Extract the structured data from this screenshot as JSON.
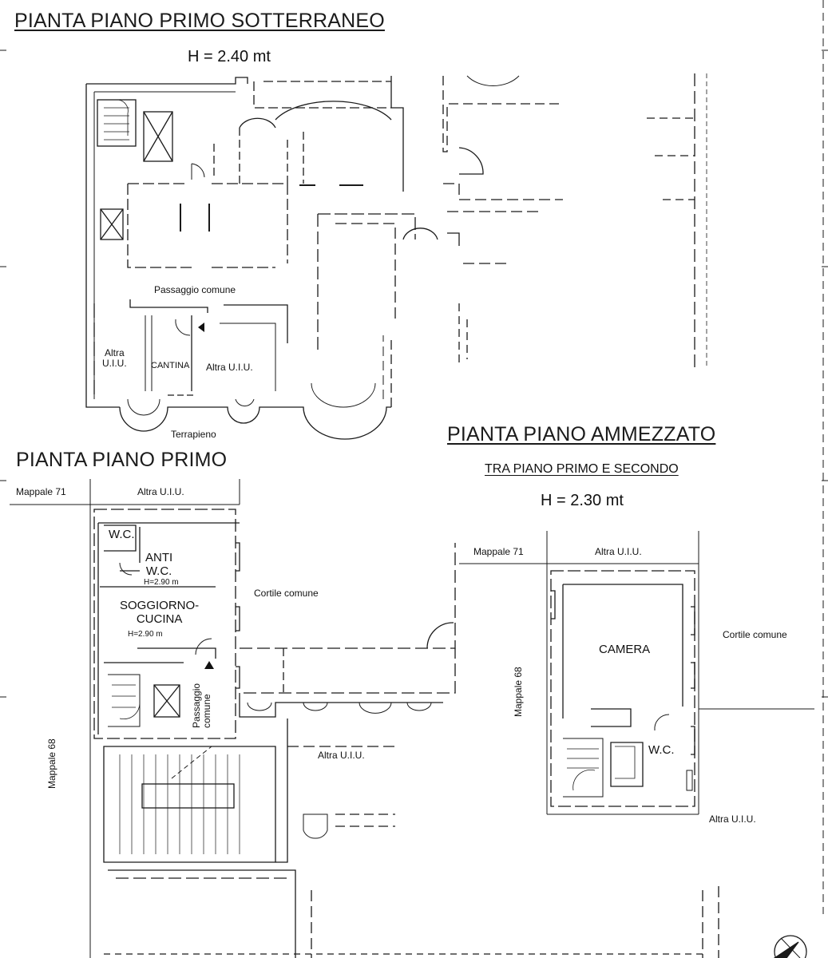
{
  "basement": {
    "title": "PIANTA PIANO PRIMO SOTTERRANEO",
    "height": "H = 2.40 mt",
    "labels": {
      "passage": "Passaggio comune",
      "other_unit_left_1": "Altra",
      "other_unit_left_2": "U.I.U.",
      "cellar": "CANTINA",
      "other_unit": "Altra U.I.U.",
      "embankment": "Terrapieno"
    }
  },
  "first_floor": {
    "title": "PIANTA PIANO PRIMO",
    "labels": {
      "parcel_71": "Mappale 71",
      "other_unit_top": "Altra U.I.U.",
      "wc": "W.C.",
      "anti_1": "ANTI",
      "anti_2": "W.C.",
      "anti_height": "H=2.90 m",
      "living_1": "SOGGIORNO-",
      "living_2": "CUCINA",
      "living_height": "H=2.90 m",
      "courtyard": "Cortile comune",
      "passage_1": "Passaggio",
      "passage_2": "comune",
      "parcel_68": "Mappale 68",
      "other_unit_right": "Altra U.I.U."
    }
  },
  "mezzanine": {
    "title": "PIANTA PIANO AMMEZZATO",
    "subtitle": "TRA PIANO PRIMO E SECONDO",
    "height": "H = 2.30 mt",
    "labels": {
      "parcel_71": "Mappale 71",
      "other_unit_top": "Altra U.I.U.",
      "courtyard": "Cortile comune",
      "bedroom": "CAMERA",
      "parcel_68": "Mappale 68",
      "wc": "W.C.",
      "other_unit_bottom": "Altra U.I.U."
    }
  },
  "icons": [
    "north-arrow-icon",
    "entrance-arrow-icon"
  ]
}
